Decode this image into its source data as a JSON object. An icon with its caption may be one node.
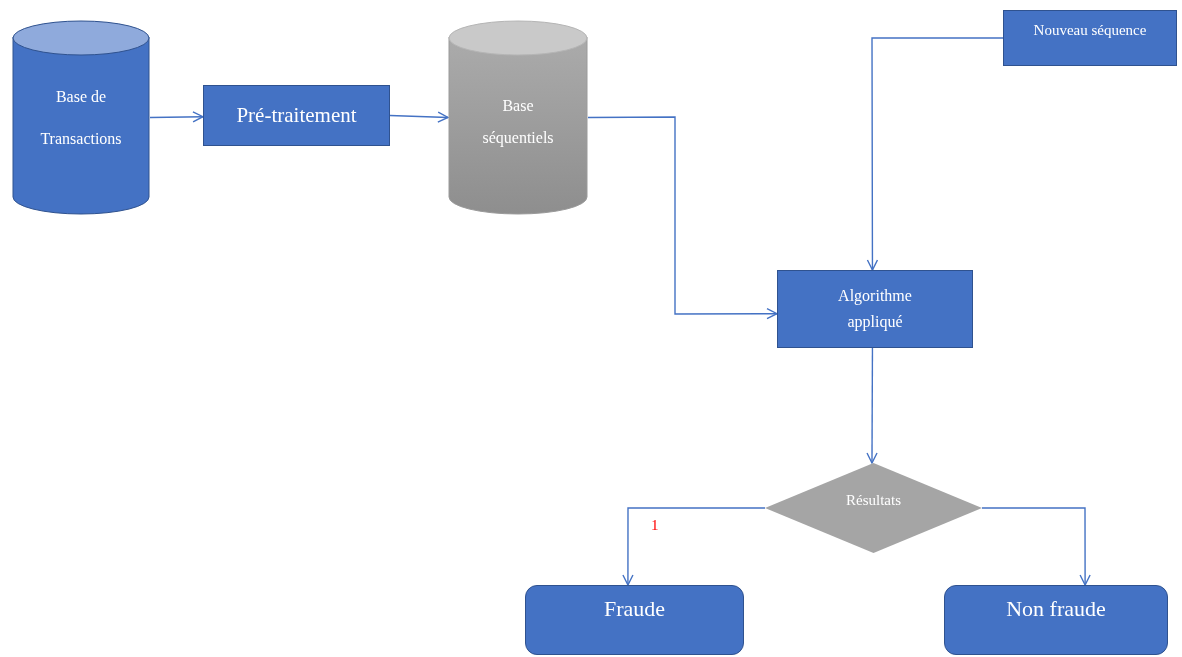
{
  "diagram": {
    "nodes": [
      {
        "text": [
          "Base de Transactions"
        ]
      },
      {
        "text": [
          "Pré-traitement"
        ]
      },
      {
        "text": [
          "Base séquentiels"
        ]
      },
      {
        "text": [
          "Nouveau séquence"
        ]
      },
      {
        "text": [
          "Algorithme appliqué"
        ]
      },
      {
        "text": [
          "Résultats"
        ]
      },
      {
        "text": [
          "Fraude"
        ]
      },
      {
        "text": [
          "Non fraude"
        ]
      }
    ],
    "edges": [
      {
        "from": 0,
        "to": 1,
        "arrow": "to"
      },
      {
        "from": 1,
        "to": 2,
        "arrow": "to"
      },
      {
        "from": 2,
        "to": 4,
        "arrow": "to"
      },
      {
        "from": 3,
        "to": 4,
        "arrow": "to"
      },
      {
        "from": 4,
        "to": 5,
        "arrow": "to"
      },
      {
        "from": 5,
        "to": 6,
        "arrow": "to"
      },
      {
        "from": 5,
        "to": 7,
        "arrow": "to"
      }
    ],
    "labels": [
      "1"
    ]
  }
}
